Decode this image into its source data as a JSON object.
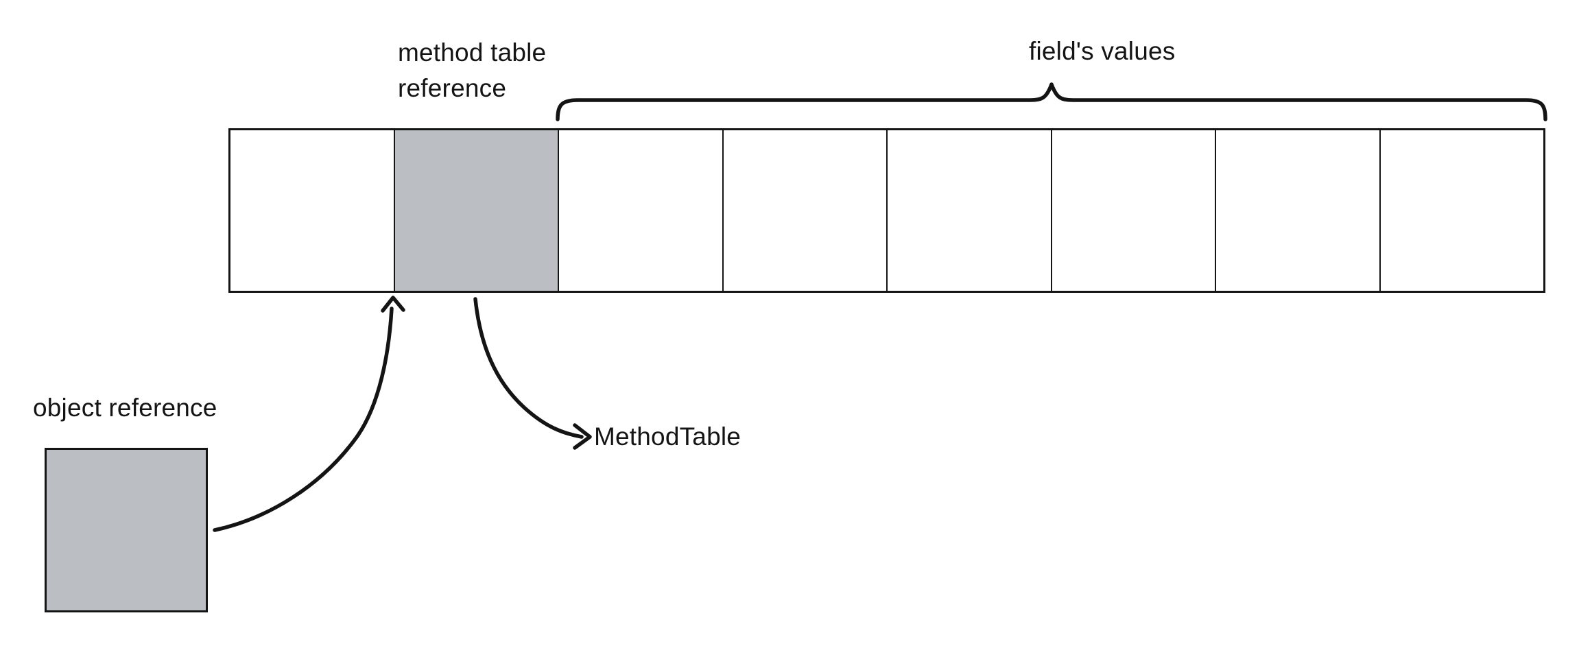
{
  "labels": {
    "method_table_reference": "method table\nreference",
    "fields_values": "field's values",
    "object_reference": "object reference",
    "method_table": "MethodTable"
  },
  "row": {
    "cell_count": 8,
    "highlighted_index": 1
  },
  "colors": {
    "ink": "#141414",
    "cell_highlight": "#bbbfc3",
    "background": "#ffffff"
  }
}
